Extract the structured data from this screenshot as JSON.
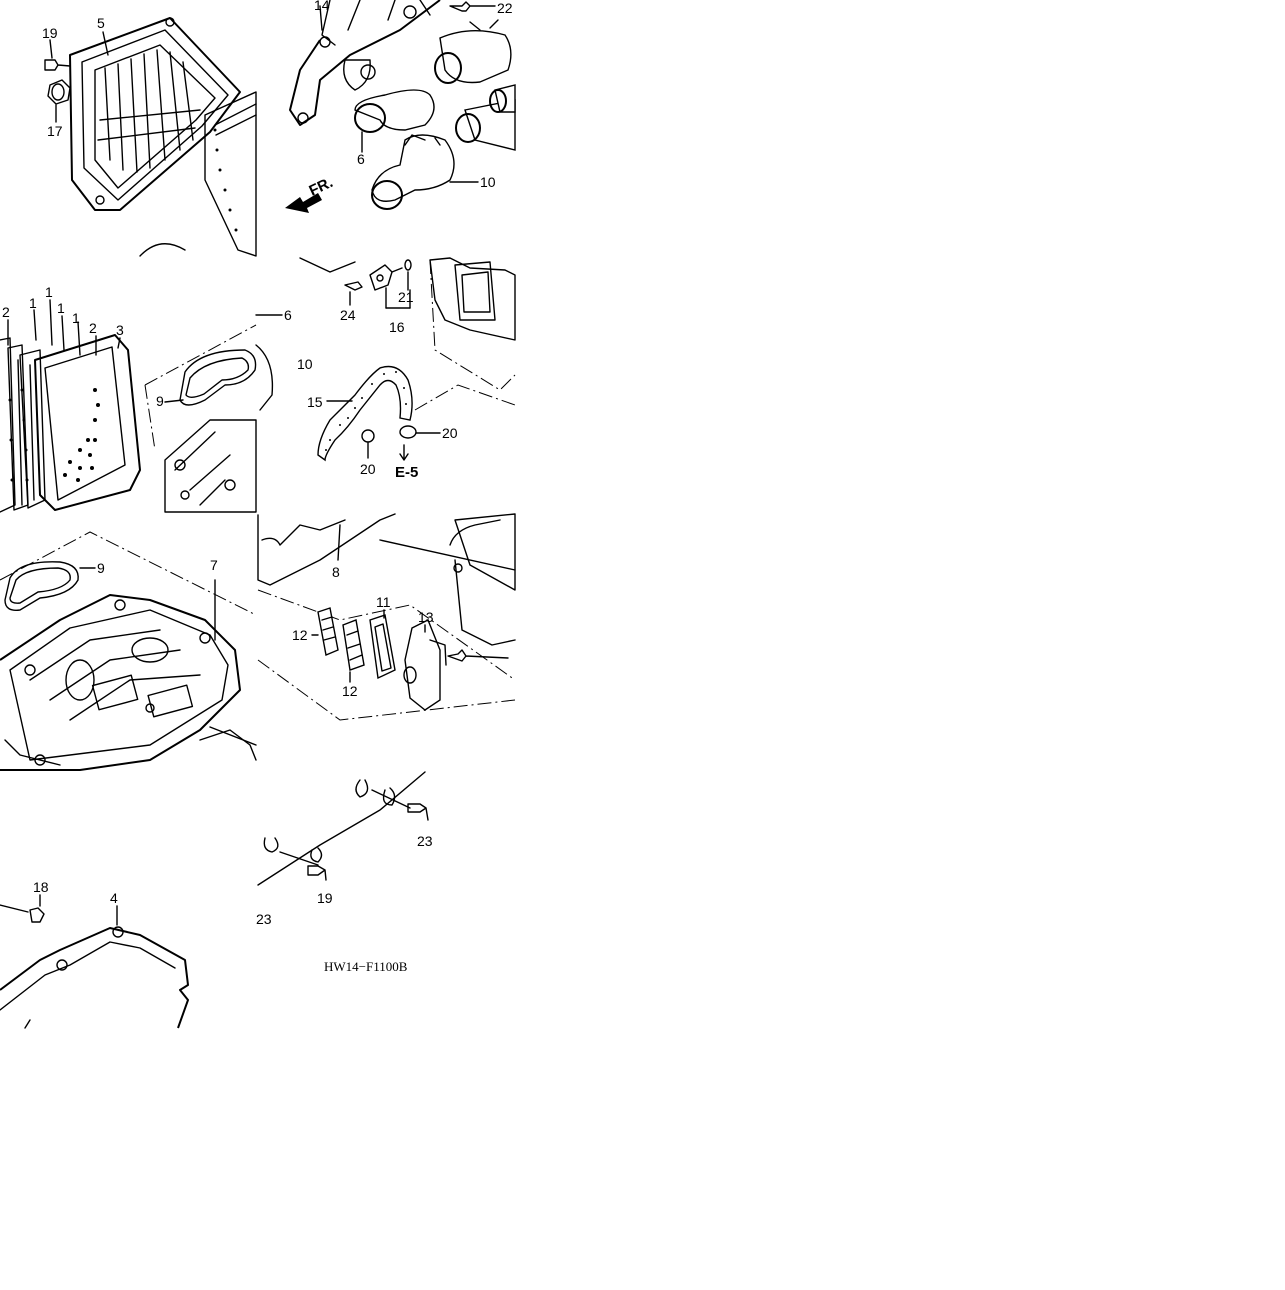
{
  "diagram": {
    "direction_marker": "FR.",
    "reference_marker": "E-5",
    "figure_code": "HW14−F1100B",
    "callouts": {
      "c1a": "1",
      "c1b": "1",
      "c1c": "1",
      "c1d": "1",
      "c2a": "2",
      "c2b": "2",
      "c3": "3",
      "c4": "4",
      "c5": "5",
      "c6a": "6",
      "c6b": "6",
      "c7": "7",
      "c8": "8",
      "c9a": "9",
      "c9b": "9",
      "c10a": "10",
      "c10b": "10",
      "c11": "11",
      "c12a": "12",
      "c12b": "12",
      "c13": "13",
      "c14": "14",
      "c15": "15",
      "c16": "16",
      "c17": "17",
      "c18": "18",
      "c19a": "19",
      "c19b": "19",
      "c20a": "20",
      "c20b": "20",
      "c21": "21",
      "c22": "22",
      "c23a": "23",
      "c23b": "23",
      "c24": "24"
    }
  }
}
